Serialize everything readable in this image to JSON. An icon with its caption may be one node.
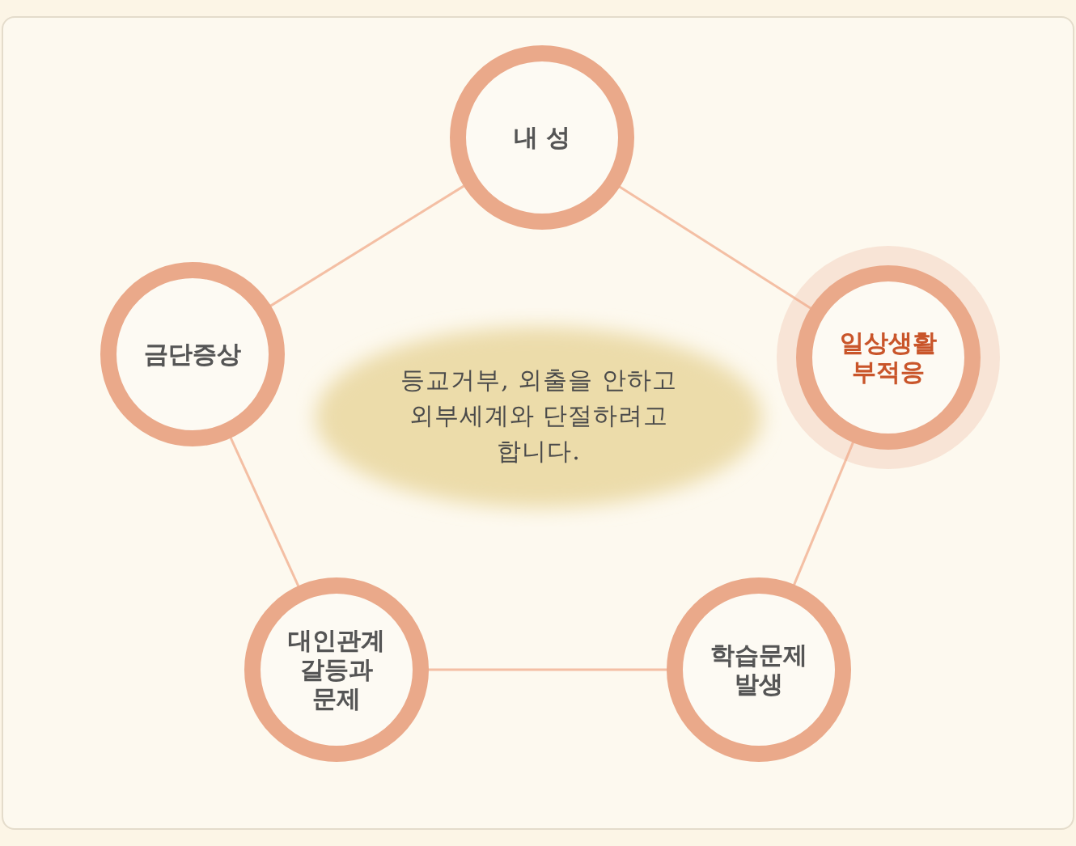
{
  "diagram": {
    "nodes": [
      {
        "text": [
          "등교거부, 외출을 안하고 외부세계와 단절하려고 합니다."
        ]
      },
      {
        "text": [
          "내 성"
        ]
      },
      {
        "text": [
          "일상생활 부적응"
        ]
      },
      {
        "text": [
          "학습문제 발생"
        ]
      },
      {
        "text": [
          "대인관계 갈등과 문제"
        ]
      },
      {
        "text": [
          "금단증상"
        ]
      }
    ],
    "edges": [
      {
        "from": 1,
        "to": 2,
        "arrow": "none"
      },
      {
        "from": 2,
        "to": 3,
        "arrow": "none"
      },
      {
        "from": 3,
        "to": 4,
        "arrow": "none"
      },
      {
        "from": 4,
        "to": 5,
        "arrow": "none"
      },
      {
        "from": 5,
        "to": 1,
        "arrow": "none"
      }
    ]
  }
}
